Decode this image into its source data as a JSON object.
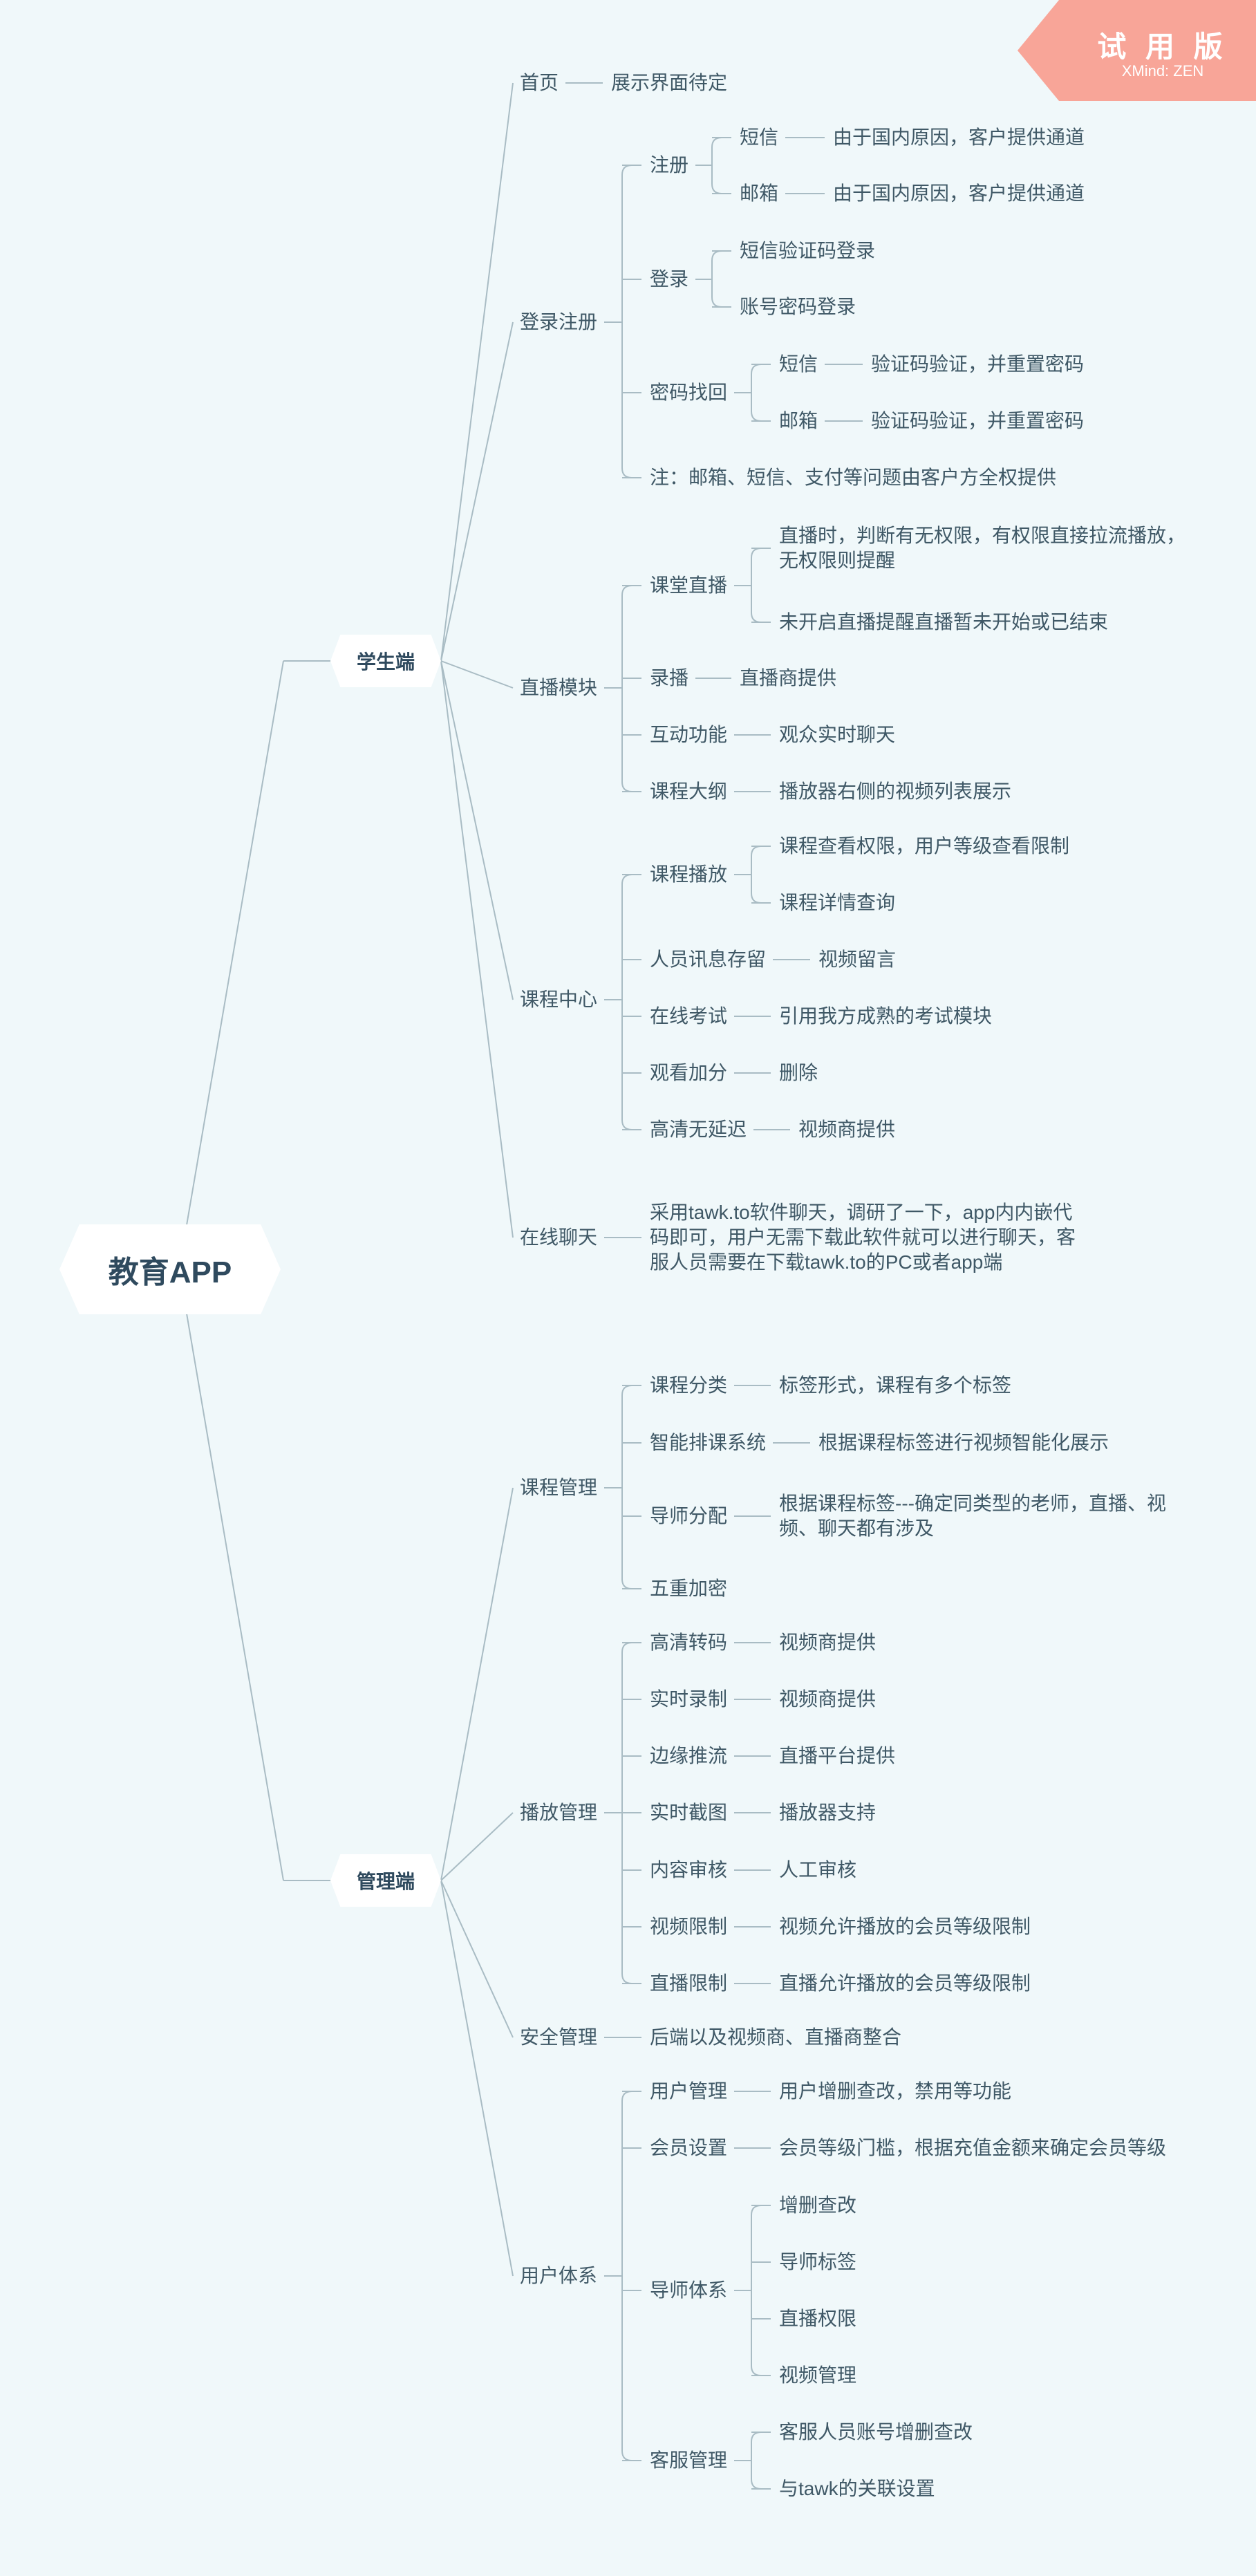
{
  "root": {
    "label": "教育APP"
  },
  "watermark": {
    "title": "试 用 版",
    "subtitle": "XMind: ZEN"
  },
  "colors": {
    "background": "#f0f8fa",
    "line": "#a9bcc4",
    "text": "#3f5866",
    "watermark": "#f8a598"
  },
  "branches": [
    {
      "label": "学生端",
      "children": [
        {
          "label": "首页",
          "children": [
            {
              "label": "展示界面待定"
            }
          ]
        },
        {
          "label": "登录注册",
          "children": [
            {
              "label": "注册",
              "children": [
                {
                  "label": "短信",
                  "children": [
                    {
                      "label": "由于国内原因，客户提供通道"
                    }
                  ]
                },
                {
                  "label": "邮箱",
                  "children": [
                    {
                      "label": "由于国内原因，客户提供通道"
                    }
                  ]
                }
              ]
            },
            {
              "label": "登录",
              "children": [
                {
                  "label": "短信验证码登录"
                },
                {
                  "label": "账号密码登录"
                }
              ]
            },
            {
              "label": "密码找回",
              "children": [
                {
                  "label": "短信",
                  "children": [
                    {
                      "label": "验证码验证，并重置密码"
                    }
                  ]
                },
                {
                  "label": "邮箱",
                  "children": [
                    {
                      "label": "验证码验证，并重置密码"
                    }
                  ]
                }
              ]
            },
            {
              "label": "注：邮箱、短信、支付等问题由客户方全权提供"
            }
          ]
        },
        {
          "label": "直播模块",
          "children": [
            {
              "label": "课堂直播",
              "children": [
                {
                  "label": "直播时，判断有无权限，有权限直接拉流播放，无权限则提醒"
                },
                {
                  "label": "未开启直播提醒直播暂未开始或已结束"
                }
              ]
            },
            {
              "label": "录播",
              "children": [
                {
                  "label": "直播商提供"
                }
              ]
            },
            {
              "label": "互动功能",
              "children": [
                {
                  "label": "观众实时聊天"
                }
              ]
            },
            {
              "label": "课程大纲",
              "children": [
                {
                  "label": "播放器右侧的视频列表展示"
                }
              ]
            }
          ]
        },
        {
          "label": "课程中心",
          "children": [
            {
              "label": "课程播放",
              "children": [
                {
                  "label": "课程查看权限，用户等级查看限制"
                },
                {
                  "label": "课程详情查询"
                }
              ]
            },
            {
              "label": "人员讯息存留",
              "children": [
                {
                  "label": "视频留言"
                }
              ]
            },
            {
              "label": "在线考试",
              "children": [
                {
                  "label": "引用我方成熟的考试模块"
                }
              ]
            },
            {
              "label": "观看加分",
              "children": [
                {
                  "label": "删除"
                }
              ]
            },
            {
              "label": "高清无延迟",
              "children": [
                {
                  "label": "视频商提供"
                }
              ]
            }
          ]
        },
        {
          "label": "在线聊天",
          "children": [
            {
              "label": "采用tawk.to软件聊天，调研了一下，app内内嵌代码即可，用户无需下载此软件就可以进行聊天，客服人员需要在下载tawk.to的PC或者app端"
            }
          ]
        }
      ]
    },
    {
      "label": "管理端",
      "children": [
        {
          "label": "课程管理",
          "children": [
            {
              "label": "课程分类",
              "children": [
                {
                  "label": "标签形式，课程有多个标签"
                }
              ]
            },
            {
              "label": "智能排课系统",
              "children": [
                {
                  "label": "根据课程标签进行视频智能化展示"
                }
              ]
            },
            {
              "label": "导师分配",
              "children": [
                {
                  "label": "根据课程标签---确定同类型的老师，直播、视频、聊天都有涉及"
                }
              ]
            },
            {
              "label": "五重加密"
            }
          ]
        },
        {
          "label": "播放管理",
          "children": [
            {
              "label": "高清转码",
              "children": [
                {
                  "label": "视频商提供"
                }
              ]
            },
            {
              "label": "实时录制",
              "children": [
                {
                  "label": "视频商提供"
                }
              ]
            },
            {
              "label": "边缘推流",
              "children": [
                {
                  "label": "直播平台提供"
                }
              ]
            },
            {
              "label": "实时截图",
              "children": [
                {
                  "label": "播放器支持"
                }
              ]
            },
            {
              "label": "内容审核",
              "children": [
                {
                  "label": "人工审核"
                }
              ]
            },
            {
              "label": "视频限制",
              "children": [
                {
                  "label": "视频允许播放的会员等级限制"
                }
              ]
            },
            {
              "label": "直播限制",
              "children": [
                {
                  "label": "直播允许播放的会员等级限制"
                }
              ]
            }
          ]
        },
        {
          "label": "安全管理",
          "children": [
            {
              "label": "后端以及视频商、直播商整合"
            }
          ]
        },
        {
          "label": "用户体系",
          "children": [
            {
              "label": "用户管理",
              "children": [
                {
                  "label": "用户增删查改，禁用等功能"
                }
              ]
            },
            {
              "label": "会员设置",
              "children": [
                {
                  "label": "会员等级门槛，根据充值金额来确定会员等级"
                }
              ]
            },
            {
              "label": "导师体系",
              "children": [
                {
                  "label": "增删查改"
                },
                {
                  "label": "导师标签"
                },
                {
                  "label": "直播权限"
                },
                {
                  "label": "视频管理"
                }
              ]
            },
            {
              "label": "客服管理",
              "children": [
                {
                  "label": "客服人员账号增删查改"
                },
                {
                  "label": "与tawk的关联设置"
                }
              ]
            }
          ]
        }
      ]
    }
  ]
}
